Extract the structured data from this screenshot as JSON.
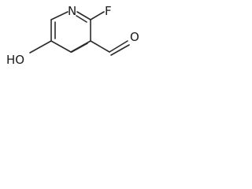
{
  "molecule": {
    "atoms": {
      "ring_nitrogen": "N",
      "fluorine": "F",
      "aldehyde_oxygen": "O",
      "hydroxyl": "HO"
    }
  }
}
